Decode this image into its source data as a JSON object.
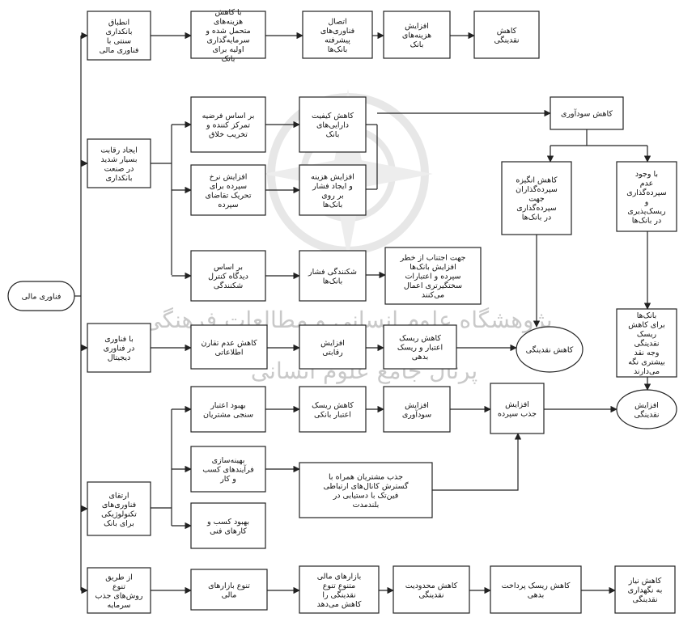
{
  "diagram": {
    "root": "فناوری مالی",
    "categories": [
      "انطباق بانکداری سنتی با فناوری مالی",
      "ایجاد رقابت بسیار شدید در صنعت بانکداری",
      "با فناوری در فناوری دیجیتال",
      "ارتقای فناوری‌های تکنولوژیکی برای بانک",
      "از طریق تنوع روش‌های جذب سرمایه"
    ],
    "chain1": [
      "با کاهش هزینه‌های متحمل شده و سرمایه‌گذاری اولیه برای بانک",
      "اتصال فناوری‌های پیشرفته بانک‌ها",
      "افزایش هزینه‌های بانک",
      "کاهش نقدینگی"
    ],
    "rival_causes": [
      "بر اساس فرضیه تمرکز کننده و تخریب خلاق",
      "افزایش نرخ سپرده برای تحریک تقاضای سپرده",
      "بر اساس دیدگاه کنترل شکنندگی"
    ],
    "rival_effects": [
      "کاهش کیفیت دارایی‌های بانک",
      "افزایش هزینه و ایجاد فشار بر روی بانک‌ها",
      "شکنندگی فشار بانک‌ها"
    ],
    "rival_note": "جهت اجتناب از خطر افزایش بانک‌ها سپرده و اعتبارات سختگیرتری اعمال می‌کنند",
    "profit_down": "کاهش سودآوری",
    "reduce_desire": "کاهش انگیزه سپرده‌گذاران جهت سپرده‌گذاری در بانک‌ها",
    "risk_note": "با وجود عدم سپرده‌گذاری و ریسک‌پذیری در بانک‌ها",
    "banks_note": "بانک‌ها برای کاهش ریسک نقدینگی وجه نقد بیشتری نگه می‌دارند",
    "liquidity_down": "کاهش نقدینگی",
    "liquidity_up": "افزایش نقدینگی",
    "digital_chain": [
      "کاهش عدم تقارن اطلاعاتی",
      "افزایش رقابتی",
      "کاهش ریسک اعتبار و ریسک بدهی"
    ],
    "tech_items": [
      "بهبود اعتبار سنجی مشتریان",
      "بهینه‌سازی فرآیندهای کسب و کار",
      "بهبود کسب و کارهای فنی"
    ],
    "tech_chain": [
      "کاهش ریسک اعتبار بانکی",
      "افزایش سودآوری"
    ],
    "deposit_up": "افزایش جذب سپرده",
    "tech_note": "جذب مشتریان همراه با گسترش کانال‌های ارتباطی فین‌تک با دستیابی در بلندمدت",
    "capital_chain": [
      "تنوع بازارهای مالی",
      "بازارهای مالی متنوع تنوع نقدینگی را کاهش می‌دهد",
      "کاهش محدودیت نقدینگی",
      "کاهش ریسک پرداخت بدهی",
      "کاهش نیاز به نگهداری نقدینگی"
    ],
    "watermark": [
      "پژوهشگاه علوم انسانی و مطالعات فرهنگی",
      "پرتال جامع علوم انسانی"
    ]
  }
}
